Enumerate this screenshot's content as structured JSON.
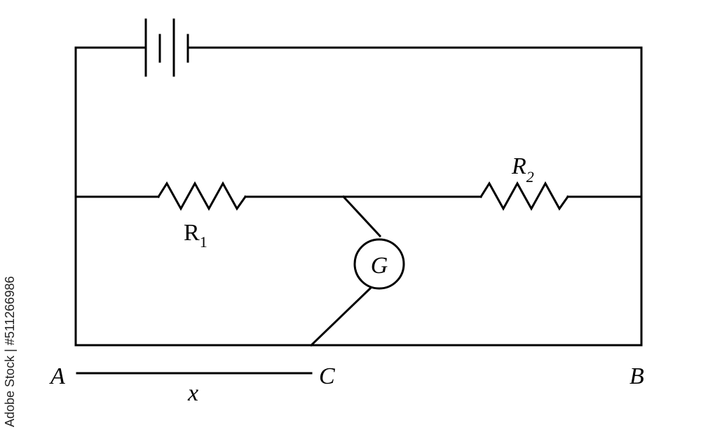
{
  "diagram": {
    "labels": {
      "r1": "R",
      "r1_sub": "1",
      "r2": "R",
      "r2_sub": "2",
      "galvanometer": "G",
      "point_a": "A",
      "point_c": "C",
      "point_b": "B",
      "length_x": "x"
    },
    "colors": {
      "line": "#000000",
      "background": "#ffffff"
    }
  },
  "watermark": {
    "text": "Adobe Stock | #511266986"
  }
}
